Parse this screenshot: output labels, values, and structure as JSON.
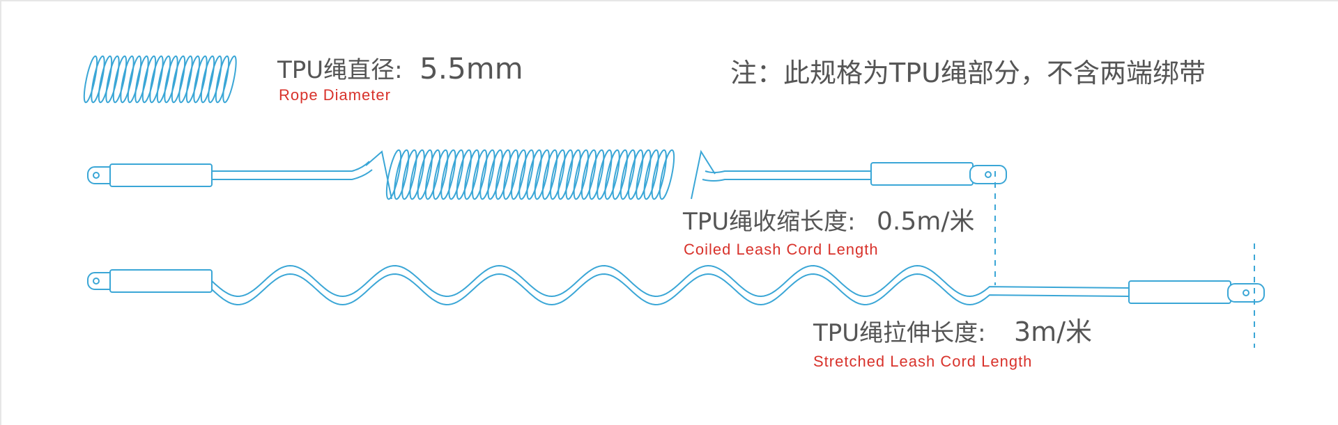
{
  "spec": {
    "diameter_cn": "TPU绳直径:",
    "diameter_value": "5.5mm",
    "diameter_en": "Rope  Diameter",
    "note": "注：此规格为TPU绳部分，不含两端绑带"
  },
  "coiled": {
    "label_cn": "TPU绳收缩长度:",
    "value": "0.5m/米",
    "label_en": "Coiled  Leash  Cord  Length"
  },
  "stretched": {
    "label_cn": "TPU绳拉伸长度:",
    "value": "3m/米",
    "label_en": "Stretched  Leash  Cord  Length"
  },
  "colors": {
    "line": "#3aa6d6",
    "accent_text": "#d8322b",
    "main_text": "#555555"
  }
}
